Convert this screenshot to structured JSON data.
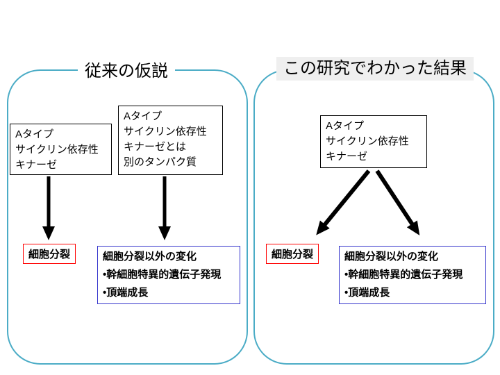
{
  "panels": {
    "left": {
      "title": "従来の仮説",
      "box_cdka": {
        "lines": [
          "Aタイプ",
          "サイクリン依存性",
          "キナーゼ"
        ]
      },
      "box_other_protein": {
        "lines": [
          "Aタイプ",
          "サイクリン依存性",
          "キナーゼとは",
          "別のタンパク質"
        ]
      },
      "cell_division": "細胞分裂",
      "non_division": {
        "title": "細胞分裂以外の変化",
        "items": [
          "•幹細胞特異的遺伝子発現",
          "•頂端成長"
        ]
      }
    },
    "right": {
      "title": "この研究でわかった結果",
      "box_cdka": {
        "lines": [
          "Aタイプ",
          "サイクリン依存性",
          "キナーゼ"
        ]
      },
      "cell_division": "細胞分裂",
      "non_division": {
        "title": "細胞分裂以外の変化",
        "items": [
          "•幹細胞特異的遺伝子発現",
          "•頂端成長"
        ]
      }
    }
  },
  "colors": {
    "panel_border": "#4bacc6",
    "cell_division_border": "#ff0000",
    "non_division_border": "#3333cc",
    "arrow": "#000000"
  }
}
